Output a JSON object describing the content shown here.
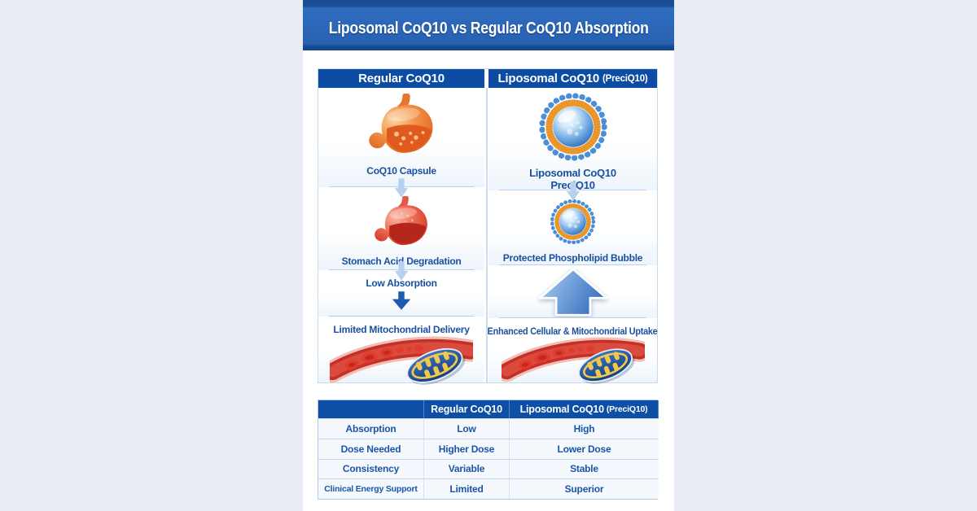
{
  "title_bar": {
    "title": "Liposomal CoQ10 vs Regular CoQ10 Absorption"
  },
  "diagram": {
    "regular": {
      "header": "Regular CoQ10",
      "step1_label": "CoQ10 Capsule",
      "step2_label": "Stomach Acid Degradation",
      "step3_label": "Low Absorption",
      "step4_label": "Limited Mitochondrial Delivery"
    },
    "liposomal": {
      "header": "Liposomal CoQ10",
      "header_suffix": "(PreciQ10)",
      "step1_label_line1": "Liposomal CoQ10",
      "step1_label_line2": "PreciQ10",
      "step2_label": "Protected Phospholipid Bubble",
      "step4_label": "Enhanced Cellular & Mitochondrial Uptake"
    }
  },
  "table": {
    "header": {
      "col1": "",
      "col2": "Regular CoQ10",
      "col3": "Liposomal CoQ10",
      "col3_suffix": "(PreciQ10)"
    },
    "rows": [
      [
        "Absorption",
        "Low",
        "High"
      ],
      [
        "Dose Needed",
        "Higher Dose",
        "Lower Dose"
      ],
      [
        "Consistency",
        "Variable",
        "Stable"
      ],
      [
        "Clinical Energy Support",
        "Limited",
        "Superior"
      ]
    ]
  },
  "icons": [
    "stomach-capsule-icon",
    "stomach-acid-icon",
    "liposome-large-icon",
    "liposome-small-icon",
    "blood-vessel-mitochondria-icon",
    "connector-down-arrow-icon",
    "bold-down-arrow-icon",
    "big-up-arrow-icon"
  ],
  "colors": {
    "page_background": "#e7ecf5",
    "title_bar_blue": "#2963b3",
    "header_blue": "#0c4da3",
    "label_text_blue": "#184f9f",
    "divider_blue": "#b9d1e9",
    "table_row_bg": "#f5f9fe",
    "connector_arrow": "#b5d1ed",
    "bold_arrow": "#1d5ab1",
    "big_arrow_gradient": [
      "#b8d2f0",
      "#3b74c1"
    ],
    "stomach_orange": "#f08a3e",
    "stomach_red": "#d8382a",
    "liposome_bead_blue": "#4a8ed8",
    "liposome_ring_orange": "#ee9a30",
    "liposome_core_blue": "#2f70bb",
    "vessel_red": "#c23027",
    "blood_cell_red": "#e23a2c",
    "mitochondrion_navy": "#143e7c",
    "mitochondrion_yellow": "#f1c84e"
  }
}
